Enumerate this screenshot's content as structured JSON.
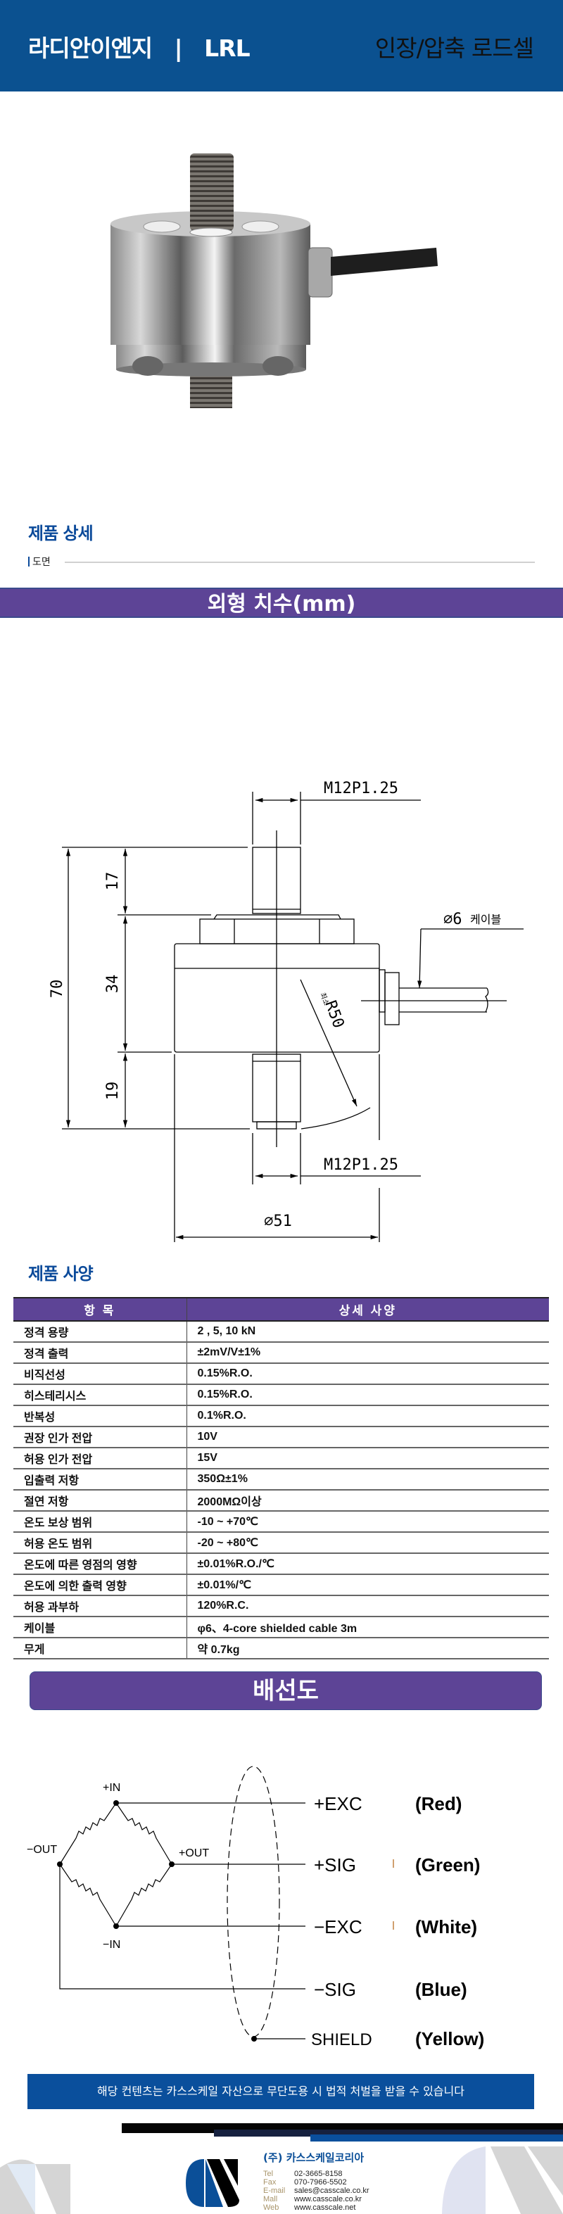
{
  "header": {
    "brand": "라디안이엔지",
    "separator": "|",
    "model": "LRL",
    "category": "인장/압축 로드셀"
  },
  "detail": {
    "title": "제품 상세",
    "subsection": "도면"
  },
  "dimension_band": "외형 치수(mm)",
  "drawing": {
    "thread_top": "M12P1.25",
    "thread_bottom": "M12P1.25",
    "total_height": "70",
    "top_stud": "17",
    "body_height": "34",
    "bottom_stud": "19",
    "diameter": "⌀51",
    "cable": "⌀6",
    "cable_label": "케이블",
    "bend_radius": "R50",
    "bend_label": "최소"
  },
  "specs": {
    "title": "제품 사양",
    "headers": [
      "항 목",
      "상세 사양"
    ],
    "rows": [
      [
        "정격 용량",
        "2 , 5, 10 kN"
      ],
      [
        "정격 출력",
        "±2mV/V±1%"
      ],
      [
        "비직선성",
        "0.15%R.O."
      ],
      [
        "히스테리시스",
        "0.15%R.O."
      ],
      [
        "반복성",
        "0.1%R.O."
      ],
      [
        "권장 인가 전압",
        "10V"
      ],
      [
        "허용 인가 전압",
        "15V"
      ],
      [
        "입출력 저항",
        "350Ω±1%"
      ],
      [
        "절연 저항",
        "2000MΩ이상"
      ],
      [
        "온도 보상 범위",
        "-10 ~ +70℃"
      ],
      [
        "허용 온도 범위",
        "-20 ~ +80℃"
      ],
      [
        "온도에 따른 영점의 영향",
        "±0.01%R.O./℃"
      ],
      [
        "온도에 의한 출력 영향",
        "±0.01%/℃"
      ],
      [
        "허용 과부하",
        "120%R.C."
      ],
      [
        "케이블",
        "φ6、4-core shielded cable 3m"
      ],
      [
        "무게",
        "약 0.7kg"
      ]
    ]
  },
  "wiring": {
    "title": "배선도",
    "nodes": {
      "plus_in": "+IN",
      "minus_in": "−IN",
      "plus_out": "+OUT",
      "minus_out": "−OUT"
    },
    "wires": [
      {
        "signal": "+EXC",
        "color": "(Red)"
      },
      {
        "signal": "+SIG",
        "color": "(Green)"
      },
      {
        "signal": "−EXC",
        "color": "(White)"
      },
      {
        "signal": "−SIG",
        "color": "(Blue)"
      },
      {
        "signal": "SHIELD",
        "color": "(Yellow)"
      }
    ]
  },
  "notice": "해당 컨텐츠는 카스스케일 자산으로 무단도용 시 법적 처벌을 받을 수 있습니다",
  "footer": {
    "company": "(주) 카스스케일코리아",
    "contacts": [
      {
        "label": "Tel",
        "value": "02-3665-8158"
      },
      {
        "label": "Fax",
        "value": "070-7966-5502"
      },
      {
        "label": "E-mail",
        "value": "sales@casscale.co.kr"
      },
      {
        "label": "Mall",
        "value": "www.casscale.co.kr"
      },
      {
        "label": "Web",
        "value": "www.casscale.net"
      }
    ]
  },
  "colors": {
    "header": "#0b5190",
    "band": "#5d4496",
    "title": "#0b4a9a",
    "notice": "#0a4f9c"
  }
}
